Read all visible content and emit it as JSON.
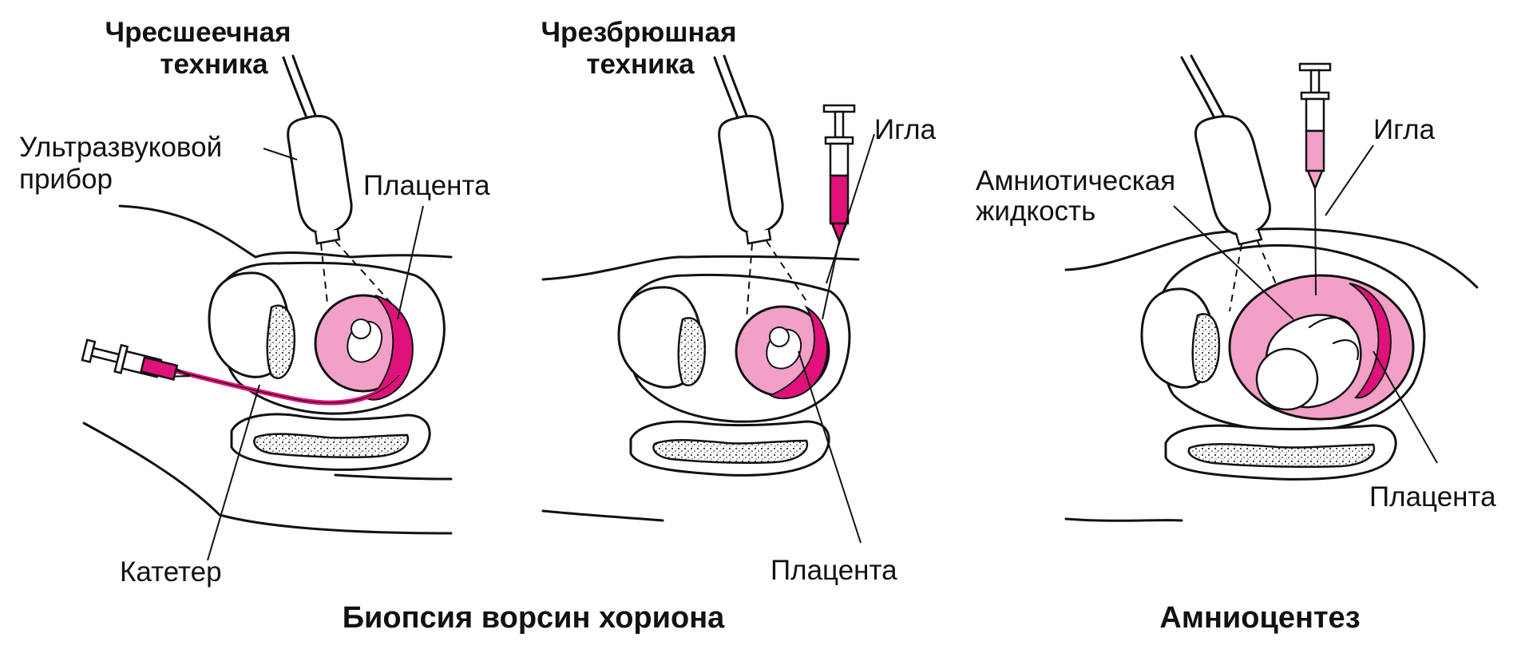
{
  "panels": {
    "transcervical": {
      "title_line1": "Чресшеечная",
      "title_line2": "техника",
      "label_ultrasound_line1": "Ультразвуковой",
      "label_ultrasound_line2": "прибор",
      "label_placenta": "Плацента",
      "label_catheter": "Катетер"
    },
    "transabdominal": {
      "title_line1": "Чрезбрюшная",
      "title_line2": "техника",
      "label_needle": "Игла",
      "label_placenta": "Плацента"
    },
    "amniocentesis": {
      "label_amniotic_line1": "Амниотическая",
      "label_amniotic_line2": "жидкость",
      "label_needle": "Игла",
      "label_placenta": "Плацента"
    }
  },
  "captions": {
    "cvs": "Биопсия ворсин хориона",
    "amnio": "Амниоцентез"
  },
  "colors": {
    "magenta": "#e0117a",
    "amniotic_pink": "#f2a0c8",
    "outline": "#111111"
  }
}
